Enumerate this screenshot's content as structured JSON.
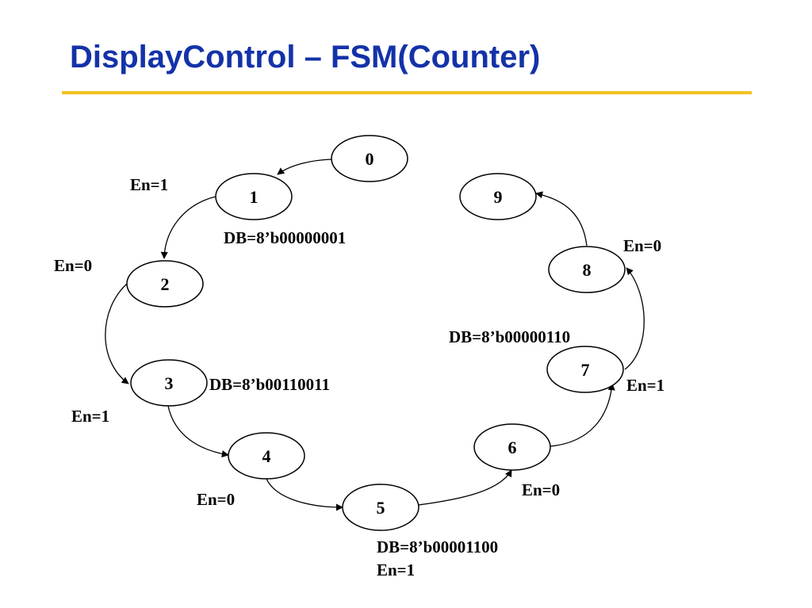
{
  "title": "DisplayControl – FSM(Counter)",
  "colors": {
    "title": "#1432a8",
    "rule": "#f2c21f"
  },
  "states": [
    "0",
    "1",
    "2",
    "3",
    "4",
    "5",
    "6",
    "7",
    "8",
    "9"
  ],
  "transition_labels": {
    "s1": "En=1",
    "s2": "En=0",
    "s3": "En=1",
    "s4": "En=0",
    "s5": "En=1",
    "s6": "En=0",
    "s7": "En=1",
    "s8": "En=0"
  },
  "output_labels": {
    "s1": "DB=8’b00000001",
    "s3": "DB=8’b00110011",
    "s5": "DB=8’b00001100",
    "s7": "DB=8’b00000110"
  }
}
